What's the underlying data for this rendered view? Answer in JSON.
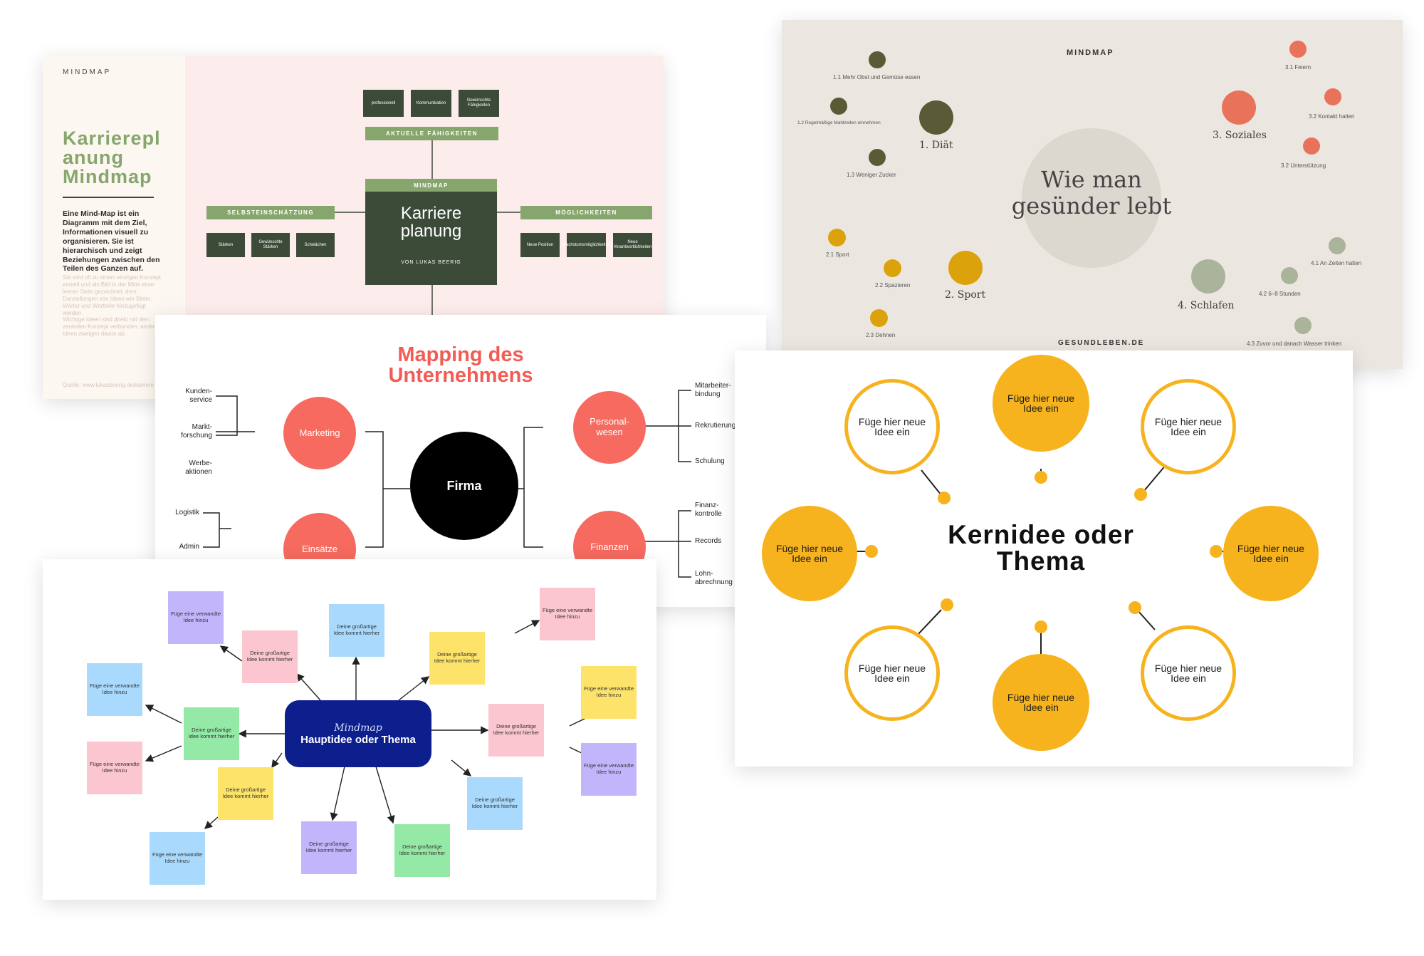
{
  "career_map": {
    "tag": "MINDMAP",
    "title_lines": [
      "Karrierepl",
      "anung",
      "Mindmap"
    ],
    "description": "Eine Mind-Map ist ein Diagramm mit dem Ziel, Informationen visuell zu organisieren. Sie ist hierarchisch und zeigt Beziehungen zwischen den Teilen des Ganzen auf.",
    "muted_1": "Sie wird oft zu einem einzigen Konzept erstellt und als Bild in der Mitte einer leeren Seite gezeichnet, dem Darstellungen von Ideen wie Bilder, Wörter und Wortteile hinzugefügt werden.",
    "muted_2": "Wichtige Ideen sind direkt mit dem zentralen Konzept verbunden, andere Ideen zweigen davon ab.",
    "source": "Quelle: www.lukasbeerig.de/karriere",
    "center_tag": "MINDMAP",
    "center_title_lines": [
      "Karriere",
      "planung"
    ],
    "center_author": "VON LUKAS BEERIG",
    "top_header": "AKTUELLE FÄHIGKEITEN",
    "top_items": [
      "professionell",
      "Kommunikation",
      "Gewünschte Fähigkeiten"
    ],
    "left_header": "SELBSTEINSCHÄTZUNG",
    "left_items": [
      "Stärken",
      "Gewünschte Stärken",
      "Schwächen"
    ],
    "right_header": "MÖGLICHKEITEN",
    "right_items": [
      "Neue Position",
      "Wachstumsmöglichkeiten",
      "Neue Verantwortlichkeiten"
    ]
  },
  "company_map": {
    "title_lines": [
      "Mapping des",
      "Unternehmens"
    ],
    "center": "Firma",
    "left_nodes": [
      "Marketing",
      "Einsätze"
    ],
    "right_nodes": [
      "Personal-\nwesen",
      "Finanzen"
    ],
    "marketing_items": [
      "Kunden-\nservice",
      "Markt-\nforschung",
      "Werbe-\naktionen"
    ],
    "einsaetze_items": [
      "Logistik",
      "Admin"
    ],
    "personal_items": [
      "Mitarbeiter-\nbindung",
      "Rekrutierung",
      "Schulung"
    ],
    "finanzen_items": [
      "Finanz-\nkontrolle",
      "Records",
      "Lohn-\nabrechnung"
    ]
  },
  "health_map": {
    "header": "MINDMAP",
    "center_lines": [
      "Wie man",
      "gesünder lebt"
    ],
    "footer": "GESUNDLEBEN.DE",
    "categories": [
      "1. Diät",
      "2. Sport",
      "3. Soziales",
      "4. Schlafen"
    ],
    "diet_items": [
      "1.1 Mehr Obst und Gemüse essen",
      "1.2 Regelmäßige Mahlzeiten einnehmen",
      "1.3 Weniger Zucker"
    ],
    "sport_items": [
      "2.1 Sport",
      "2.2 Spazieren",
      "2.3 Dehnen"
    ],
    "social_items": [
      "3.1 Feiern",
      "3.2 Kontakt halten",
      "3.2 Unterstützung"
    ],
    "sleep_items": [
      "4.1 An Zeiten halten",
      "4.2 6–8 Stunden",
      "4.3 Zuvor und danach Wasser trinken"
    ],
    "colors": {
      "diet": "#5b5a36",
      "sport": "#dca20b",
      "social": "#e9735a",
      "sleep": "#a9b49a"
    }
  },
  "core_map": {
    "title_lines": [
      "Kernidee oder",
      "Thema"
    ],
    "idea_lines": [
      "Füge hier neue",
      "Idee ein"
    ],
    "accent": "#f6b31d"
  },
  "sticky_map": {
    "script_label": "Mindmap",
    "main": "Hauptidee oder Thema",
    "idea_lines": [
      "Deine großartige",
      "Idee kommt hierher"
    ],
    "related_lines": [
      "Füge eine verwandte",
      "Idee hinzu"
    ],
    "colors": {
      "navy": "#0d1f8c",
      "pink": "#fbc6cf",
      "blue": "#a9dafd",
      "yellow": "#fde36a",
      "green": "#95e9a6",
      "purple": "#c3b5fb"
    }
  }
}
